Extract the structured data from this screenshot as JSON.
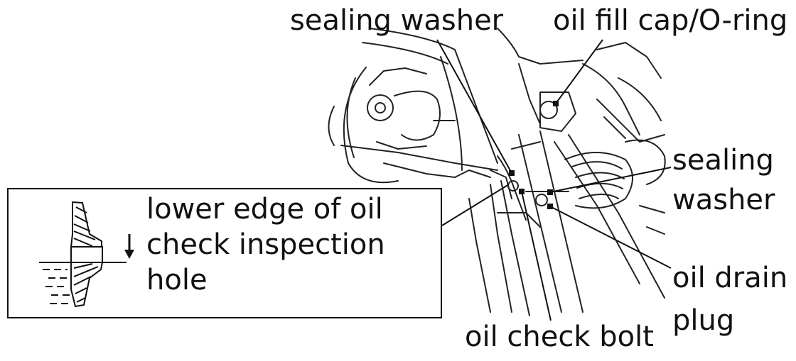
{
  "labels": {
    "sealing_washer_top": "sealing washer",
    "oil_fill_cap": "oil fill cap/O-ring",
    "sealing_washer_right_line1": "sealing",
    "sealing_washer_right_line2": "washer",
    "oil_drain_line1": "oil drain",
    "oil_drain_line2": "plug",
    "oil_check_bolt": "oil check bolt"
  },
  "inset": {
    "line1": "lower edge of oil",
    "line2": "check inspection",
    "line3": "hole"
  }
}
